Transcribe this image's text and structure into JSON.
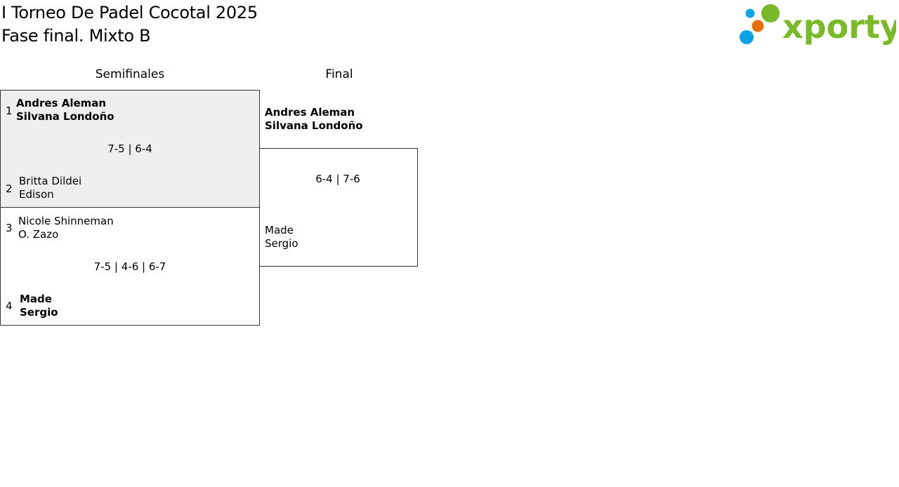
{
  "header": {
    "title_line1": "I Torneo De Padel Cocotal 2025",
    "title_line2": "Fase final. Mixto B"
  },
  "logo": {
    "text": "xporty",
    "icon": "xporty-dots-logo-icon",
    "colors": {
      "green": "#7ab929",
      "blue": "#0ea2e6",
      "orange": "#e6700e"
    }
  },
  "rounds": {
    "semifinals_label": "Semifinales",
    "final_label": "Final"
  },
  "semifinal1": {
    "top": {
      "seed": "1",
      "player1": "Andres Aleman",
      "player2": "Silvana Londoño",
      "winner": true
    },
    "score": "7-5 | 6-4",
    "bottom": {
      "seed": "2",
      "player1": "Britta Dildei",
      "player2": "Edison",
      "winner": false
    }
  },
  "semifinal2": {
    "top": {
      "seed": "3",
      "player1": "Nicole Shinneman",
      "player2": "O. Zazo",
      "winner": false
    },
    "score": "7-5 | 4-6 | 6-7",
    "bottom": {
      "seed": "4",
      "player1": "Made",
      "player2": "Sergio",
      "winner": true
    }
  },
  "final": {
    "top": {
      "player1": "Andres Aleman",
      "player2": "Silvana Londoño",
      "winner": true
    },
    "score": "6-4 | 7-6",
    "bottom": {
      "player1": "Made",
      "player2": "Sergio",
      "winner": false
    }
  },
  "colors": {
    "shaded_box": "#eeeeee",
    "border": "#333333"
  }
}
